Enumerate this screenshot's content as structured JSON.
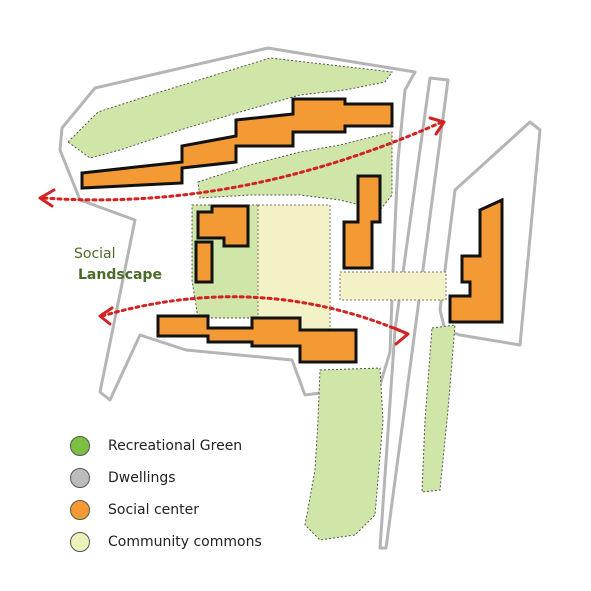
{
  "colors": {
    "recreational_green": "#cfe6a8",
    "dwellings": "#e6e6e6",
    "social_center": "#f39a35",
    "community_commons": "#f3f2c6",
    "arrow": "#d32222",
    "label_green": "#4b6b2a"
  },
  "map_label": {
    "line1": "Social",
    "line2": "Landscape"
  },
  "legend": [
    {
      "name": "recreational-green",
      "label": "Recreational Green",
      "color": "#7ac142"
    },
    {
      "name": "dwellings",
      "label": "Dwellings",
      "color": "#bcbcbc"
    },
    {
      "name": "social-center",
      "label": "Social center",
      "color": "#f39a35"
    },
    {
      "name": "community-commons",
      "label": "Community commons",
      "color": "#eef2b8"
    }
  ]
}
